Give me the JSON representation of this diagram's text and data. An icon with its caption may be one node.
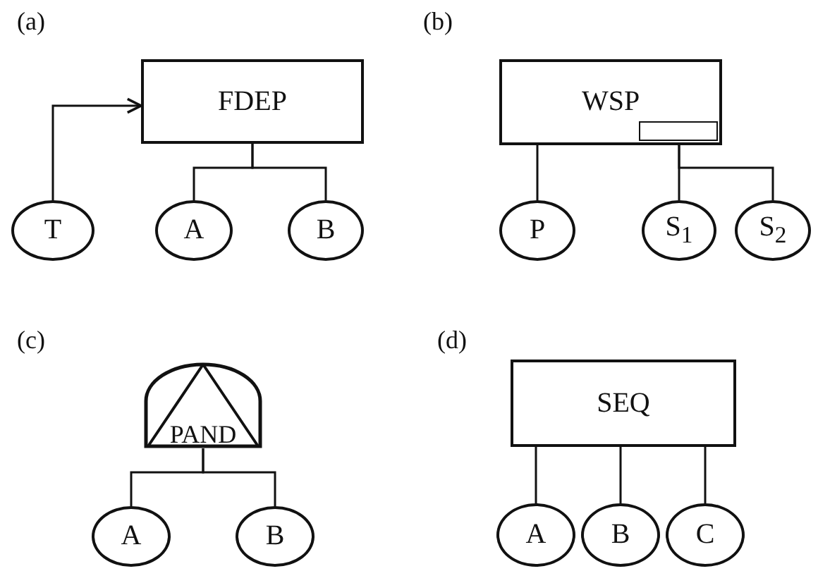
{
  "diagram": {
    "nodes": [
      {
        "text": [
          "FDEP"
        ]
      },
      {
        "text": [
          "T"
        ]
      },
      {
        "text": [
          "A"
        ]
      },
      {
        "text": [
          "B"
        ]
      },
      {
        "text": [
          "WSP"
        ]
      },
      {
        "text": [],
        "shape": "box",
        "in": 4
      },
      {
        "text": [
          "P"
        ]
      },
      {
        "text": [
          "S$_{1}$"
        ]
      },
      {
        "text": [
          "S$_{2}$"
        ]
      },
      {
        "text": [
          "PAND"
        ]
      },
      {
        "text": [
          "A"
        ]
      },
      {
        "text": [
          "B"
        ]
      },
      {
        "text": [
          "SEQ"
        ]
      },
      {
        "text": [
          "A"
        ]
      },
      {
        "text": [
          "B"
        ]
      },
      {
        "text": [
          "C"
        ]
      }
    ],
    "edges": [
      {
        "from": 1,
        "to": 0,
        "arrow": "to"
      },
      {
        "from": 0,
        "to": 2,
        "arrow": "none"
      },
      {
        "from": 0,
        "to": 3,
        "arrow": "none"
      },
      {
        "from": 4,
        "to": 6,
        "arrow": "none"
      },
      {
        "from": 5,
        "to": 7,
        "arrow": "none"
      },
      {
        "from": 5,
        "to": 8,
        "arrow": "none"
      },
      {
        "from": 9,
        "to": 10,
        "arrow": "none"
      },
      {
        "from": 9,
        "to": 11,
        "arrow": "none"
      },
      {
        "from": 12,
        "to": 13,
        "arrow": "none"
      },
      {
        "from": 12,
        "to": 14,
        "arrow": "none"
      },
      {
        "from": 12,
        "to": 15,
        "arrow": "none"
      }
    ],
    "labels": [
      "(a)",
      "(b)",
      "(c)",
      "(d)"
    ]
  }
}
